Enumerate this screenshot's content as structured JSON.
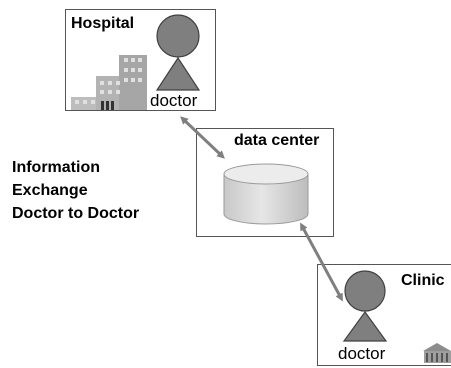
{
  "hospital": {
    "title": "Hospital",
    "doctor_label": "doctor"
  },
  "data_center": {
    "title": "data center"
  },
  "clinic": {
    "title": "Clinic",
    "doctor_label": "doctor"
  },
  "side_text": {
    "line1": "Information",
    "line2": "Exchange",
    "line3": "Doctor to Doctor"
  },
  "colors": {
    "person": "#7f7f7f",
    "person_outline": "#404040",
    "building": "#b3b3b3",
    "cylinder": "#d9d9d9",
    "arrow": "#7f7f7f",
    "border": "#555555"
  }
}
